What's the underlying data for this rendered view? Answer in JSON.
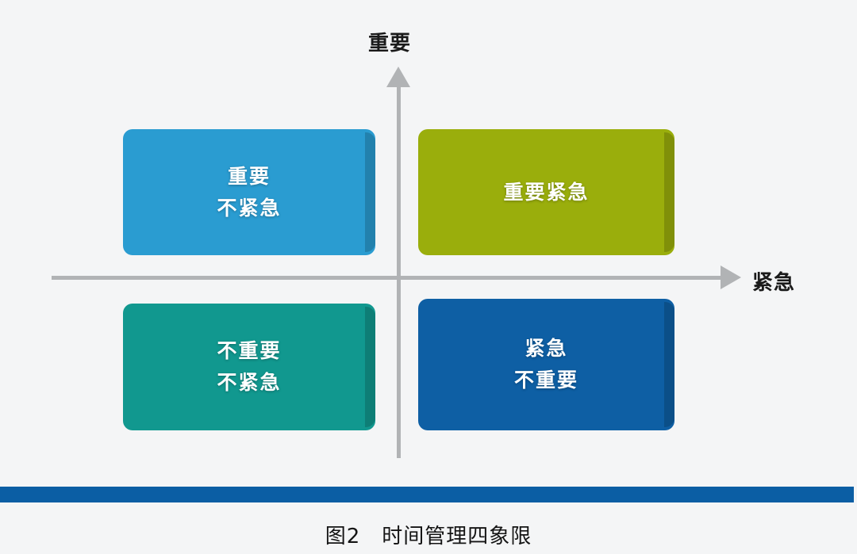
{
  "figure": {
    "background_color": "#f4f5f6",
    "caption": "图2　时间管理四象限",
    "axes": {
      "vertical_label": "重要",
      "horizontal_label": "紧急",
      "line_color": "#b1b3b5"
    },
    "quadrants": [
      {
        "id": "important-not-urgent",
        "position": "top-left",
        "line1": "重要",
        "line2": "不紧急",
        "color": "#2a9cd1"
      },
      {
        "id": "important-urgent",
        "position": "top-right",
        "line1": "重要紧急",
        "line2": "",
        "color": "#9aae0c"
      },
      {
        "id": "not-important-not-urgent",
        "position": "bottom-left",
        "line1": "不重要",
        "line2": "不紧急",
        "color": "#11988f"
      },
      {
        "id": "urgent-not-important",
        "position": "bottom-right",
        "line1": "紧急",
        "line2": "不重要",
        "color": "#0e5fa4"
      }
    ],
    "bottom_bar_color": "#0b5ea4"
  }
}
